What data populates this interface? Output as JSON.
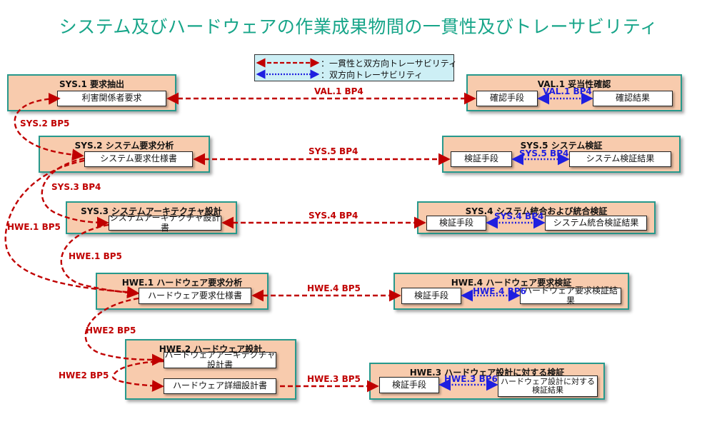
{
  "title": "システム及びハードウェアの作業成果物間の一貫性及びトレーサビリティ",
  "legend": {
    "red_text": "：一貫性と双方向トレーサビリティ",
    "blue_text": "：双方向トレーサビリティ"
  },
  "colors": {
    "red": "#c00000",
    "blue": "#1f1fe0",
    "title": "#17a589",
    "box_fill": "#f8cbad",
    "box_border": "#27998c"
  },
  "processes": {
    "sys1": {
      "title": "SYS.1 要求抽出",
      "wp": "利害関係者要求"
    },
    "sys2": {
      "title": "SYS.2 システム要求分析",
      "wp": "システム要求仕様書"
    },
    "sys3": {
      "title": "SYS.3 システムアーキテクチャ設計",
      "wp": "システムアーキテクチャ設計書"
    },
    "hwe1": {
      "title": "HWE.1 ハードウェア要求分析",
      "wp": "ハードウェア要求仕様書"
    },
    "hwe2": {
      "title": "HWE.2 ハードウェア設計",
      "wp1": "ハードウェアアーキテクチャ設計書",
      "wp2": "ハードウェア詳細設計書"
    },
    "val1": {
      "title": "VAL.1 妥当性確認",
      "wp1": "確認手段",
      "wp2": "確認結果"
    },
    "sys5": {
      "title": "SYS.5 システム検証",
      "wp1": "検証手段",
      "wp2": "システム検証結果"
    },
    "sys4": {
      "title": "SYS.4 システム統合および統合検証",
      "wp1": "検証手段",
      "wp2": "システム統合検証結果"
    },
    "hwe4": {
      "title": "HWE.4 ハードウェア要求検証",
      "wp1": "検証手段",
      "wp2": "ハードウェア要求検証結果"
    },
    "hwe3": {
      "title": "HWE.3 ハードウェア設計に対する検証",
      "wp1": "検証手段",
      "wp2": "ハードウェア設計に対する検証結果"
    }
  },
  "links": {
    "val1_bp4_red": "VAL.1 BP4",
    "val1_bp4_blue": "VAL.1 BP4",
    "sys5_bp4_red": "SYS.5 BP4",
    "sys5_bp4_blue": "SYS.5 BP4",
    "sys4_bp4_red": "SYS.4 BP4",
    "sys4_bp4_blue": "SYS.4 BP4",
    "hwe4_bp5_red": "HWE.4 BP5",
    "hwe4_bp6_blue": "HWE.4 BP6",
    "hwe3_bp5_red": "HWE.3 BP5",
    "hwe3_bp6_blue": "HWE.3 BP6",
    "sys2_bp5": "SYS.2 BP5",
    "sys3_bp4": "SYS.3 BP4",
    "hwe1_bp5_outer": "HWE.1 BP5",
    "hwe1_bp5_inner": "HWE.1 BP5",
    "hwe2_bp5_upper": "HWE2 BP5",
    "hwe2_bp5_left": "HWE2 BP5"
  }
}
